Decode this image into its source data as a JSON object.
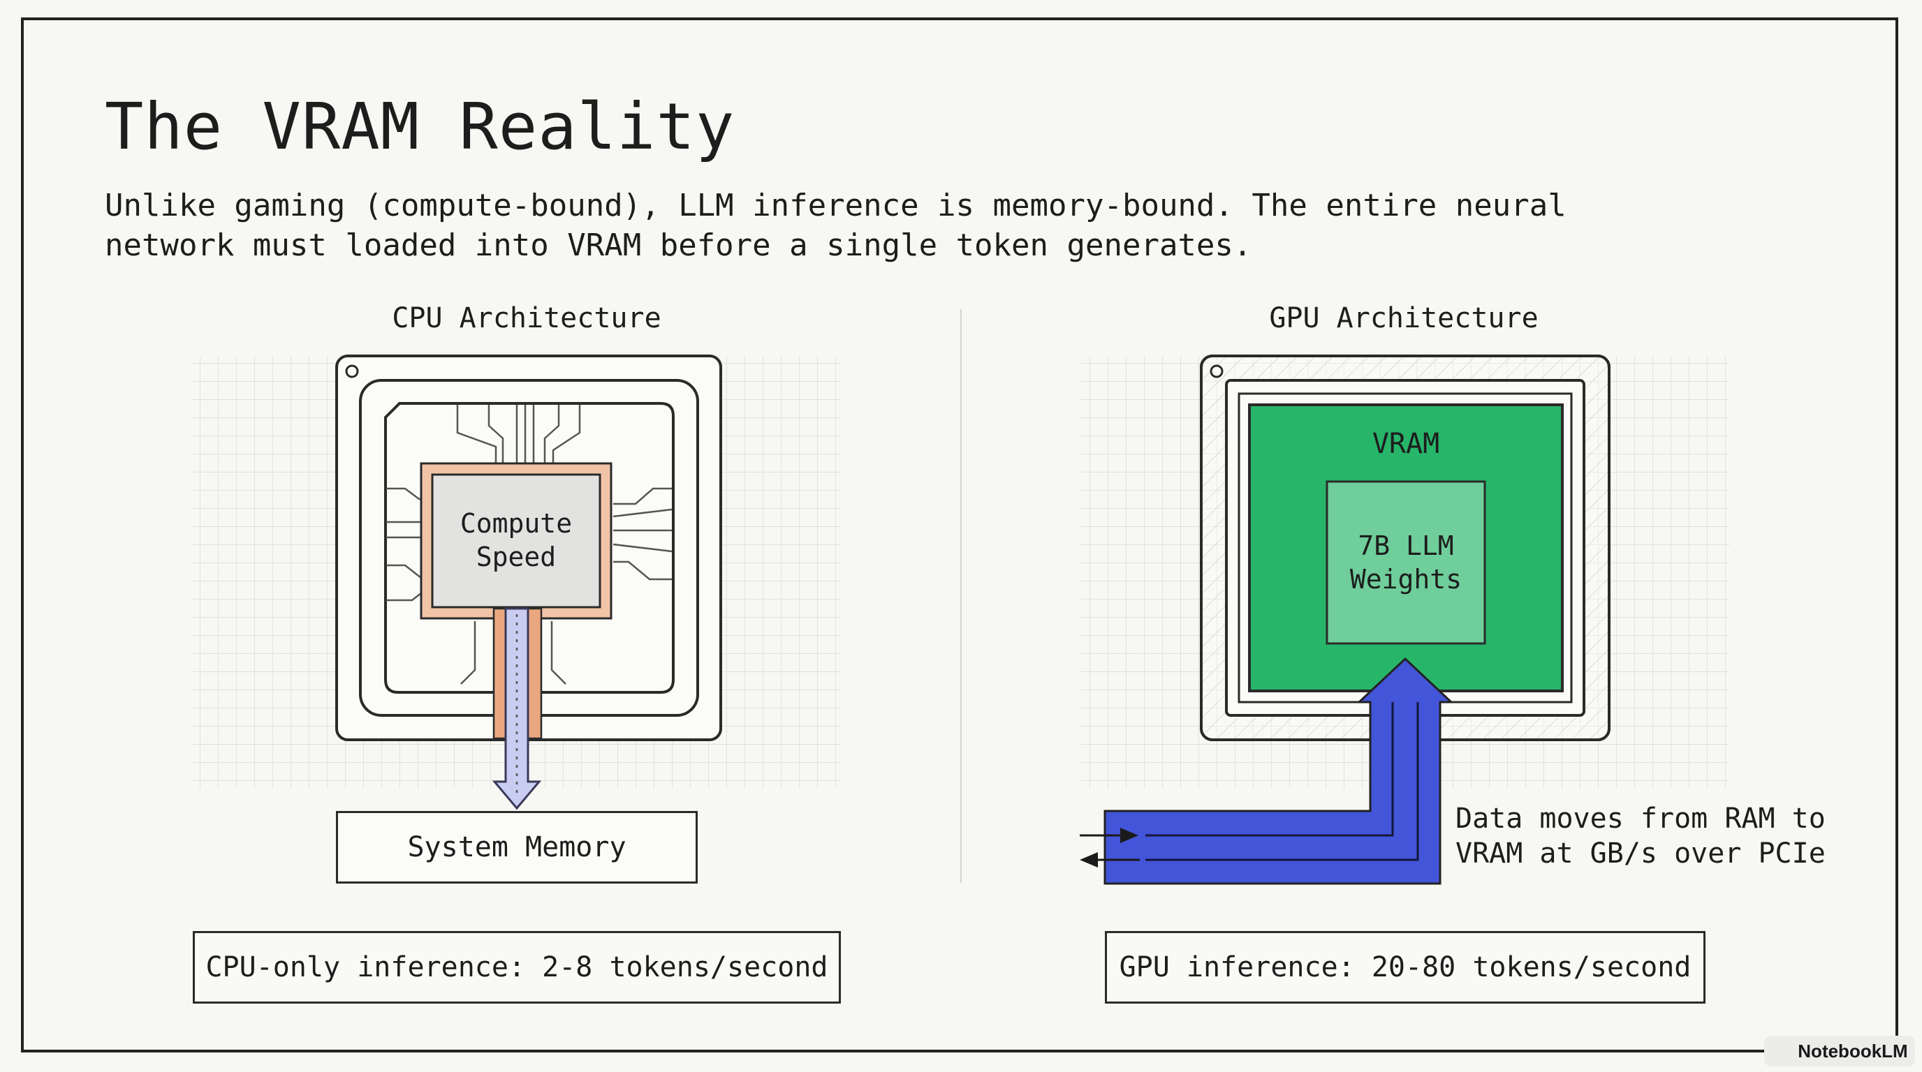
{
  "slide": {
    "title": "The VRAM Reality",
    "subtitle": "Unlike gaming (compute-bound), LLM inference is memory-bound. The entire neural network must loaded into VRAM before a single token generates."
  },
  "cpu": {
    "label": "CPU Architecture",
    "compute_label": "Compute Speed",
    "memory_label": "System Memory",
    "stat": "CPU-only inference: 2-8 tokens/second"
  },
  "gpu": {
    "label": "GPU Architecture",
    "vram_label": "VRAM",
    "weights_label": "7B LLM Weights",
    "flow_note": "Data moves from RAM to VRAM at GB/s over PCIe",
    "stat": "GPU inference: 20-80 tokens/second"
  },
  "badge": {
    "text": "NotebookLM",
    "icon": "notebooklm-logo-icon"
  },
  "colors": {
    "cpu_accent": "#e9a77f",
    "compute_fill": "#e2e2e0",
    "arrow_light": "#c9cdf2",
    "vram_green": "#27b56a",
    "weights_green": "#6fce9b",
    "pcie_blue": "#4355d8"
  }
}
